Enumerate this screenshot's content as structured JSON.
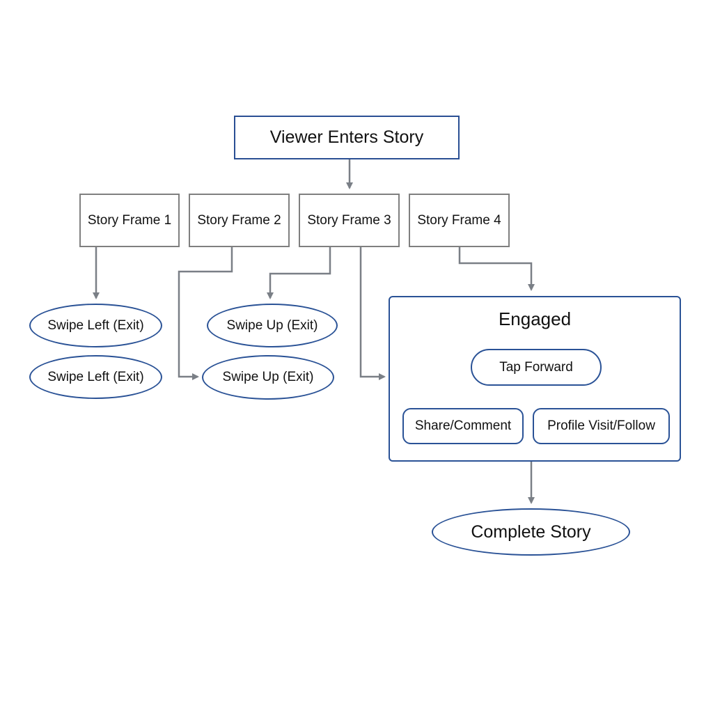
{
  "diagram": {
    "root": {
      "label": "Viewer Enters Story"
    },
    "frames": [
      {
        "label": "Story Frame 1"
      },
      {
        "label": "Story Frame 2"
      },
      {
        "label": "Story Frame 3"
      },
      {
        "label": "Story Frame 4"
      }
    ],
    "exits": [
      {
        "label": "Swipe Left (Exit)"
      },
      {
        "label": "Swipe Left (Exit)"
      },
      {
        "label": "Swipe Up (Exit)"
      },
      {
        "label": "Swipe Up (Exit)"
      }
    ],
    "engaged": {
      "title": "Engaged",
      "actions": [
        {
          "label": "Tap Forward"
        },
        {
          "label": "Share/Comment"
        },
        {
          "label": "Profile Visit/Follow"
        }
      ]
    },
    "complete": {
      "label": "Complete Story"
    },
    "colors": {
      "box_border": "#2a4f93",
      "frame_border": "#7f7f7f",
      "connector": "#7a7f86"
    }
  }
}
